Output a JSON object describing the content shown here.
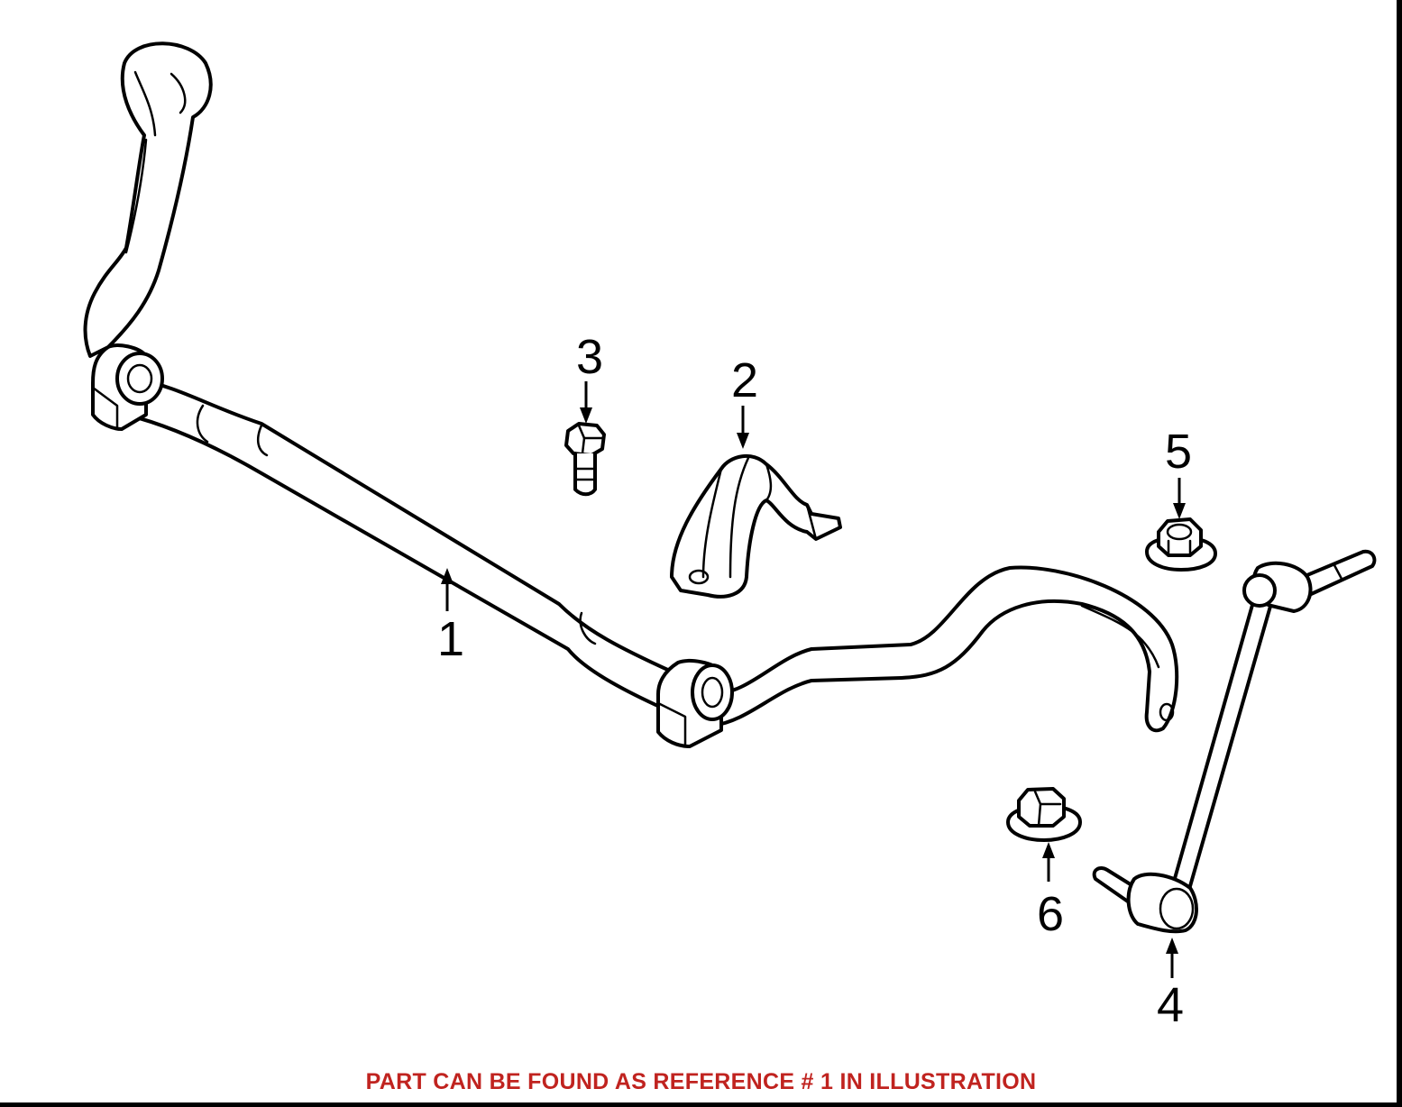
{
  "callouts": [
    {
      "id": "1",
      "label": "1"
    },
    {
      "id": "2",
      "label": "2"
    },
    {
      "id": "3",
      "label": "3"
    },
    {
      "id": "4",
      "label": "4"
    },
    {
      "id": "5",
      "label": "5"
    },
    {
      "id": "6",
      "label": "6"
    }
  ],
  "caption": "PART CAN BE FOUND AS REFERENCE # 1 IN ILLUSTRATION",
  "colors": {
    "caption": "#c0231f",
    "line": "#000000",
    "background": "#ffffff"
  },
  "parts": [
    "stabilizer-bar",
    "bar-bushing",
    "bushing-bolt",
    "stabilizer-link",
    "link-nut-upper",
    "link-nut-lower"
  ]
}
